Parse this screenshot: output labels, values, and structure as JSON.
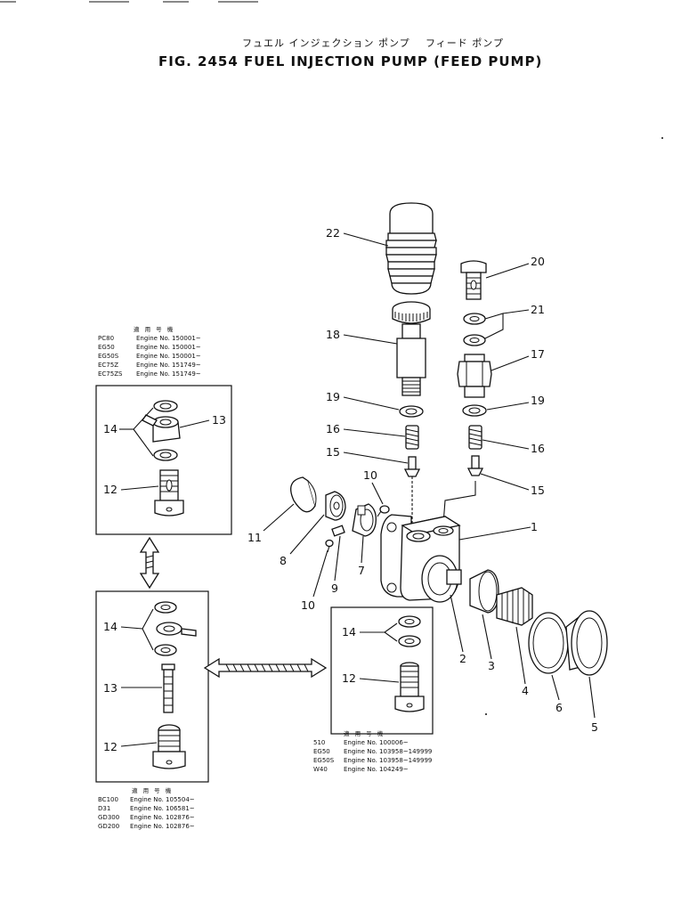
{
  "header": {
    "jp_subtitle_left": "フュエル インジェクション ポンプ",
    "jp_subtitle_right": "フィード ポンプ",
    "title": "FIG. 2454   FUEL  INJECTION  PUMP  (FEED  PUMP)"
  },
  "callouts": {
    "p1": "1",
    "p2": "2",
    "p3": "3",
    "p4": "4",
    "p5": "5",
    "p6": "6",
    "p7": "7",
    "p8": "8",
    "p9": "9",
    "p10a": "10",
    "p10b": "10",
    "p11": "11",
    "p15a": "15",
    "p15b": "15",
    "p16a": "16",
    "p16b": "16",
    "p17": "17",
    "p18": "18",
    "p19a": "19",
    "p19b": "19",
    "p20": "20",
    "p21": "21",
    "p22": "22"
  },
  "box_a": {
    "header": "適 用 号 機",
    "rows": [
      {
        "model": "PC80",
        "engine": "Engine No. 150001~"
      },
      {
        "model": "EG50",
        "engine": "Engine No. 150001~"
      },
      {
        "model": "EG50S",
        "engine": "Engine No. 150001~"
      },
      {
        "model": "EC75Z",
        "engine": "Engine No. 151749~"
      },
      {
        "model": "EC75ZS",
        "engine": "Engine No. 151749~"
      }
    ],
    "callouts": {
      "c14": "14",
      "c13": "13",
      "c12": "12"
    }
  },
  "box_b": {
    "callouts": {
      "c14": "14",
      "c13": "13",
      "c12": "12"
    },
    "header": "適 用 号 機",
    "rows": [
      {
        "model": "BC100",
        "engine": "Engine No. 105504~"
      },
      {
        "model": "D31",
        "engine": "Engine No. 106581~"
      },
      {
        "model": "GD300",
        "engine": "Engine No. 102876~"
      },
      {
        "model": "GD200",
        "engine": "Engine No. 102876~"
      }
    ]
  },
  "box_c": {
    "callouts": {
      "c14": "14",
      "c12": "12"
    },
    "header": "適 用 号 機",
    "rows": [
      {
        "model": "510",
        "engine": "Engine No. 100006~"
      },
      {
        "model": "EG50",
        "engine": "Engine No. 103958~149999"
      },
      {
        "model": "EG50S",
        "engine": "Engine No. 103958~149999"
      },
      {
        "model": "W40",
        "engine": "Engine No. 104249~"
      }
    ]
  }
}
